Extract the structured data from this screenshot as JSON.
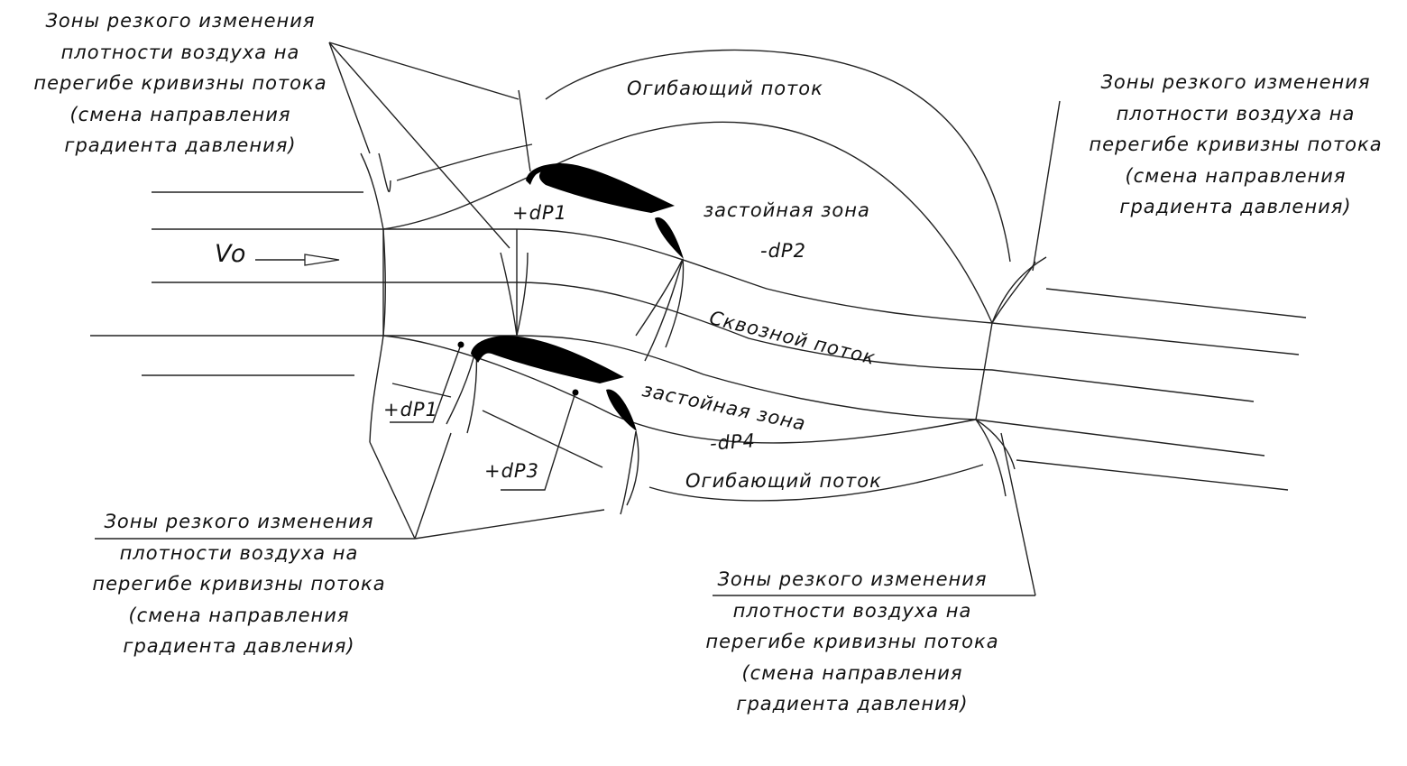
{
  "labels": {
    "zone_lines": [
      "Зоны резкого изменения",
      "плотности воздуха на",
      "перегибе кривизны потока",
      "(смена направления",
      "градиента давления)"
    ],
    "enveloping_flow": "Огибающий поток",
    "stagnant_zone": "застойная зона",
    "through_flow": "Сквозной поток",
    "velocity": "Vo",
    "dp1": "+dP1",
    "dp2": "-dP2",
    "dp3": "+dP3",
    "dp4": "-dP4"
  }
}
